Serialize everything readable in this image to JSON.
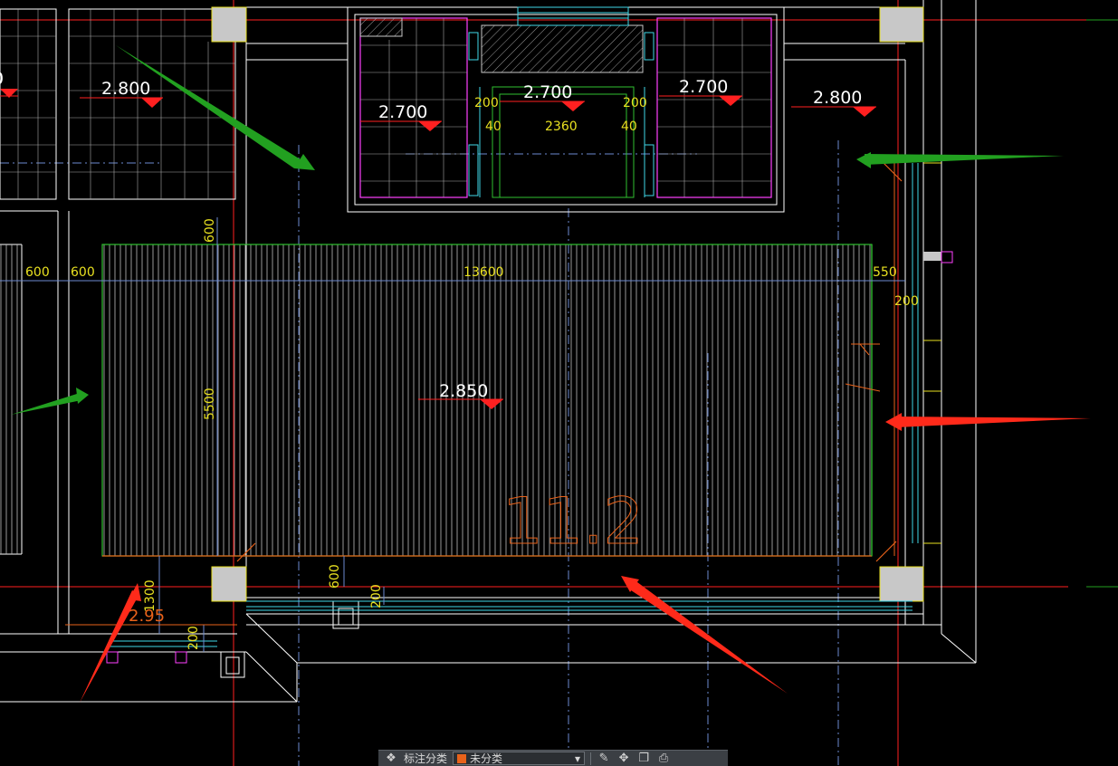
{
  "drawing": {
    "elevations": [
      {
        "id": "left-edge",
        "text": "0"
      },
      {
        "id": "top-left-room",
        "text": "2.800"
      },
      {
        "id": "stair-left",
        "text": "2.700"
      },
      {
        "id": "stair-center",
        "text": "2.700"
      },
      {
        "id": "stair-right",
        "text": "2.700"
      },
      {
        "id": "right-hall",
        "text": "2.800"
      },
      {
        "id": "main-hall",
        "text": "2.850"
      }
    ],
    "dimensions": [
      {
        "id": "w600a",
        "text": "600"
      },
      {
        "id": "w600b",
        "text": "600"
      },
      {
        "id": "w13600",
        "text": "13600"
      },
      {
        "id": "w550",
        "text": "550"
      },
      {
        "id": "r200",
        "text": "200"
      },
      {
        "id": "v600top",
        "text": "600"
      },
      {
        "id": "v5500",
        "text": "5500"
      },
      {
        "id": "stair200l",
        "text": "200"
      },
      {
        "id": "stair200r",
        "text": "200"
      },
      {
        "id": "stair40l",
        "text": "40"
      },
      {
        "id": "stair40r",
        "text": "40"
      },
      {
        "id": "stair2360",
        "text": "2360"
      },
      {
        "id": "b600",
        "text": "600"
      },
      {
        "id": "b200",
        "text": "200"
      },
      {
        "id": "b1300",
        "text": "1300"
      },
      {
        "id": "b200b",
        "text": "200"
      }
    ],
    "room_number": "11.2",
    "small_label": "2.95"
  },
  "colors": {
    "arrow_green": "#22a020",
    "arrow_red": "#ff2a1a",
    "grid_red": "#ff2020",
    "wall": "#ffffff",
    "dim_yellow": "#e8e020",
    "hatch": "#c8c8c8",
    "cyan": "#40d8e8",
    "magenta": "#ff40ff"
  },
  "toolbar": {
    "layer_label": "标注分类",
    "layer_value": "未分类",
    "layer_color": "#e8621a",
    "icons": [
      "layer-manager-icon",
      "edit-pencil-icon",
      "move-icon",
      "copy-icon",
      "print-icon"
    ]
  }
}
